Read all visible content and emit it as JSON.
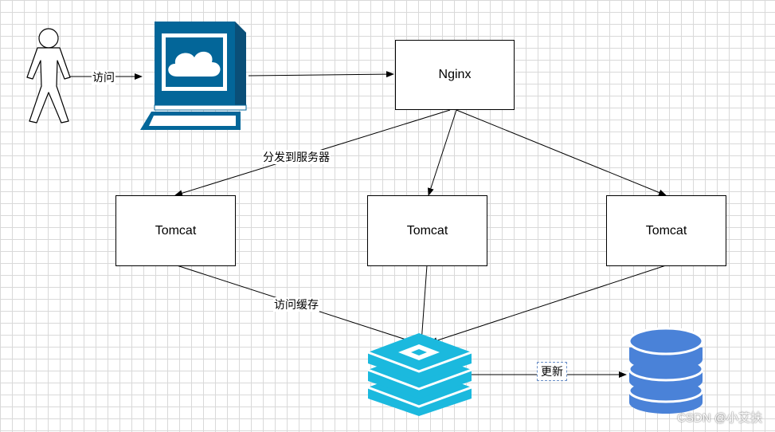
{
  "nodes": {
    "nginx": "Nginx",
    "tomcat1": "Tomcat",
    "tomcat2": "Tomcat",
    "tomcat3": "Tomcat"
  },
  "edge_labels": {
    "visit": "访问",
    "distribute": "分发到服务器",
    "access_cache": "访问缓存",
    "update": "更新"
  },
  "icons": {
    "user": "user-icon",
    "computer": "computer-icon",
    "cache": "redis-cache-icon",
    "database": "database-icon"
  },
  "colors": {
    "computer": "#036699",
    "redis": "#1bb9de",
    "database": "#4a82d8"
  },
  "watermark": "CSDN @小艾扶"
}
